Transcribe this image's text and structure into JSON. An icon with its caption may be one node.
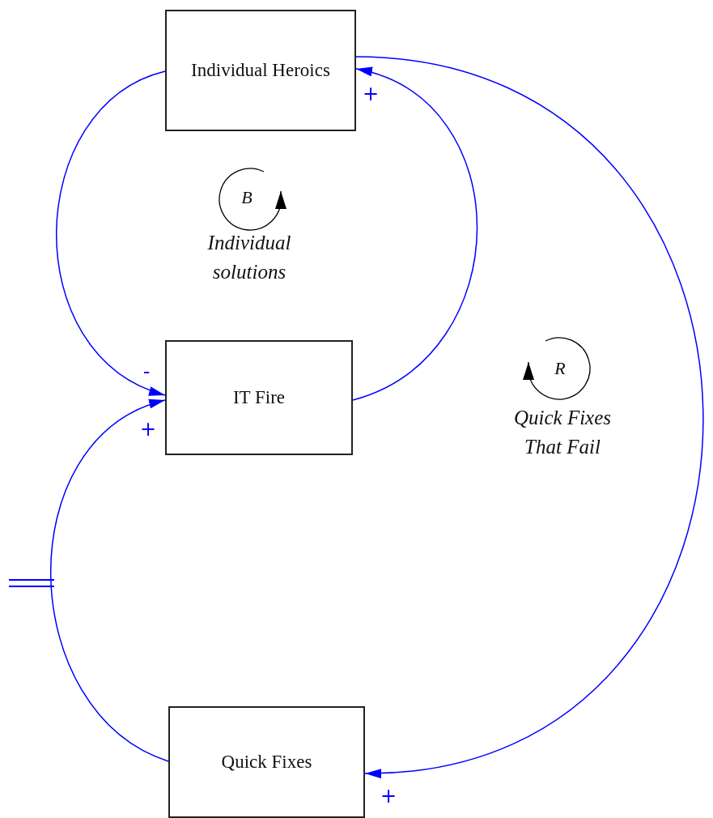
{
  "diagram": {
    "nodes": [
      {
        "text": [
          "Individual Heroics"
        ]
      },
      {
        "text": [
          "IT Fire"
        ]
      },
      {
        "text": [
          "Quick Fixes"
        ]
      }
    ],
    "edges": [
      {
        "from": 0,
        "to": 1,
        "arrow": "to",
        "label": "-"
      },
      {
        "from": 1,
        "to": 0,
        "arrow": "to",
        "label": "+"
      },
      {
        "from": 2,
        "to": 1,
        "arrow": "to",
        "label": "+"
      },
      {
        "from": 0,
        "to": 2,
        "arrow": "to",
        "label": "+"
      }
    ],
    "labels": [
      "B",
      "Individual solutions",
      "R",
      "Quick Fixes That Fail"
    ]
  }
}
